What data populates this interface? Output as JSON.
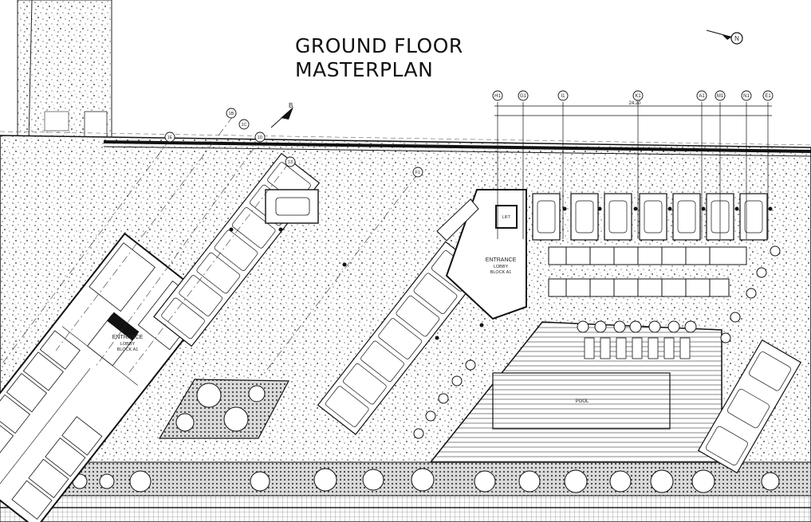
{
  "title": {
    "line1": "GROUND FLOOR",
    "line2": "MASTERPLAN"
  },
  "north_label": "N",
  "section_marker": "B",
  "grid_axes_top": [
    "H1",
    "G1",
    "I1",
    "K1",
    "A1",
    "M1",
    "N1",
    "E1"
  ],
  "grid_dimension_total": "24.20",
  "diagonal_grid_labels": [
    "1E",
    "1B",
    "1C",
    "1D",
    "13",
    "F1"
  ],
  "entrance_left": {
    "line1": "ENTRANCE",
    "line2": "LOBBY",
    "line3": "BLOCK A1"
  },
  "entrance_right": {
    "line1": "ENTRANCE",
    "line2": "LOBBY",
    "line3": "BLOCK A1"
  },
  "lift_label": "LIFT",
  "pool_label": "POOL",
  "colors": {
    "ink": "#1a1a1a",
    "paving": "#ffffff",
    "background": "#ffffff"
  }
}
